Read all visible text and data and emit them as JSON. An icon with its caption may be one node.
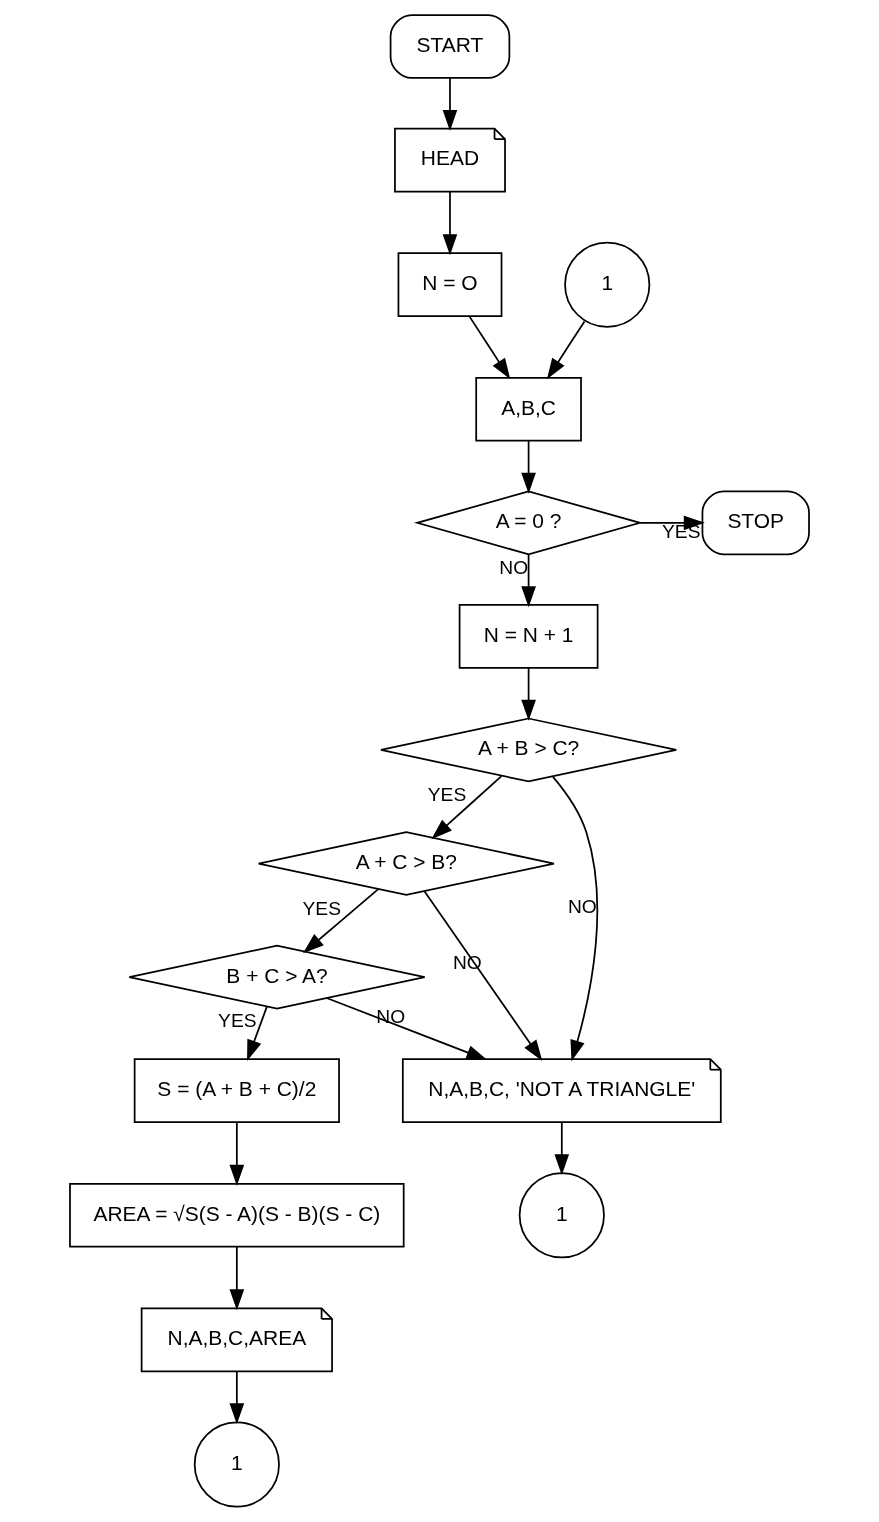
{
  "diagram": {
    "nodes": [
      {
        "text": [
          "START"
        ]
      },
      {
        "text": [
          "HEAD"
        ]
      },
      {
        "text": [
          "N = O"
        ]
      },
      {
        "text": [
          "1"
        ]
      },
      {
        "text": [
          "A,B,C"
        ]
      },
      {
        "text": [
          "A = 0 ?"
        ]
      },
      {
        "text": [
          "STOP"
        ]
      },
      {
        "text": [
          "N = N + 1"
        ]
      },
      {
        "text": [
          "A + B > C?"
        ]
      },
      {
        "text": [
          "A + C > B?"
        ]
      },
      {
        "text": [
          "B + C > A?"
        ]
      },
      {
        "text": [
          "N,A,B,C, 'NOT A TRIANGLE'"
        ]
      },
      {
        "text": [
          "S = (A + B + C)/2"
        ]
      },
      {
        "text": [
          "AREA = √S(S - A)(S - B)(S - C)"
        ]
      },
      {
        "text": [
          "1"
        ]
      },
      {
        "text": [
          "N,A,B,C,AREA"
        ]
      },
      {
        "text": [
          "1"
        ]
      }
    ],
    "edges": [
      {
        "from": 0,
        "to": 1,
        "arrow": "to"
      },
      {
        "from": 1,
        "to": 2,
        "arrow": "to"
      },
      {
        "from": 2,
        "to": 4,
        "arrow": "to"
      },
      {
        "from": 3,
        "to": 4,
        "arrow": "to"
      },
      {
        "from": 4,
        "to": 5,
        "arrow": "to"
      },
      {
        "from": 5,
        "to": 6,
        "arrow": "to",
        "label": "YES"
      },
      {
        "from": 5,
        "to": 7,
        "arrow": "to",
        "label": "NO"
      },
      {
        "from": 7,
        "to": 8,
        "arrow": "to"
      },
      {
        "from": 8,
        "to": 11,
        "arrow": "to",
        "label": "NO"
      },
      {
        "from": 8,
        "to": 9,
        "arrow": "to",
        "label": "YES"
      },
      {
        "from": 9,
        "to": 11,
        "arrow": "to",
        "label": "NO"
      },
      {
        "from": 9,
        "to": 10,
        "arrow": "to",
        "label": "YES"
      },
      {
        "from": 10,
        "to": 11,
        "arrow": "to",
        "label": "NO"
      },
      {
        "from": 10,
        "to": 12,
        "arrow": "to",
        "label": "YES"
      },
      {
        "from": 12,
        "to": 13,
        "arrow": "to"
      },
      {
        "from": 13,
        "to": 15,
        "arrow": "to"
      },
      {
        "from": 11,
        "to": 14,
        "arrow": "to"
      },
      {
        "from": 15,
        "to": 16,
        "arrow": "to"
      }
    ]
  }
}
